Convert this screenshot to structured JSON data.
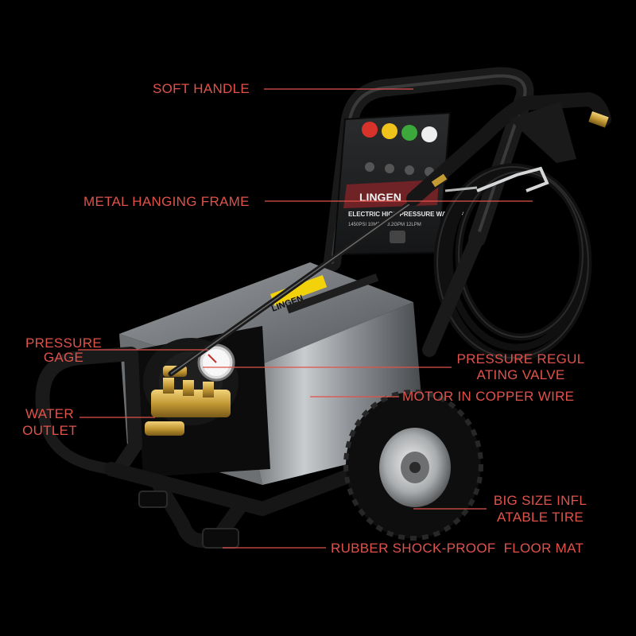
{
  "brand": {
    "logo_text": "LINGEN",
    "panel_title": "ELECTRIC HIGH PRESSURE WASHER",
    "panel_spec": "1450PSI 10MPa · 3.2GPM 12LPM",
    "side_decal": "LINGEN"
  },
  "callouts": {
    "soft_handle": "SOFT HANDLE",
    "metal_hanging_frame": "METAL HANGING FRAME",
    "pressure_gage_line1": "PRESSURE",
    "pressure_gage_line2": "GAGE",
    "pressure_regulating_line1": "PRESSURE REGUL",
    "pressure_regulating_line2": "ATING VALVE",
    "motor": "MOTOR IN COPPER WIRE",
    "water_outlet_line1": "WATER",
    "water_outlet_line2": "OUTLET",
    "tire_line1": "BIG SIZE INFL",
    "tire_line2": "ATABLE TIRE",
    "floor_mat": "RUBBER SHOCK-PROOF  FLOOR MAT"
  },
  "colors": {
    "background": "#000000",
    "callout": "#e0524a",
    "nozzle_red": "#d8332b",
    "nozzle_yellow": "#f0c21c",
    "nozzle_green": "#3ca83c",
    "nozzle_white": "#eeeeee"
  }
}
